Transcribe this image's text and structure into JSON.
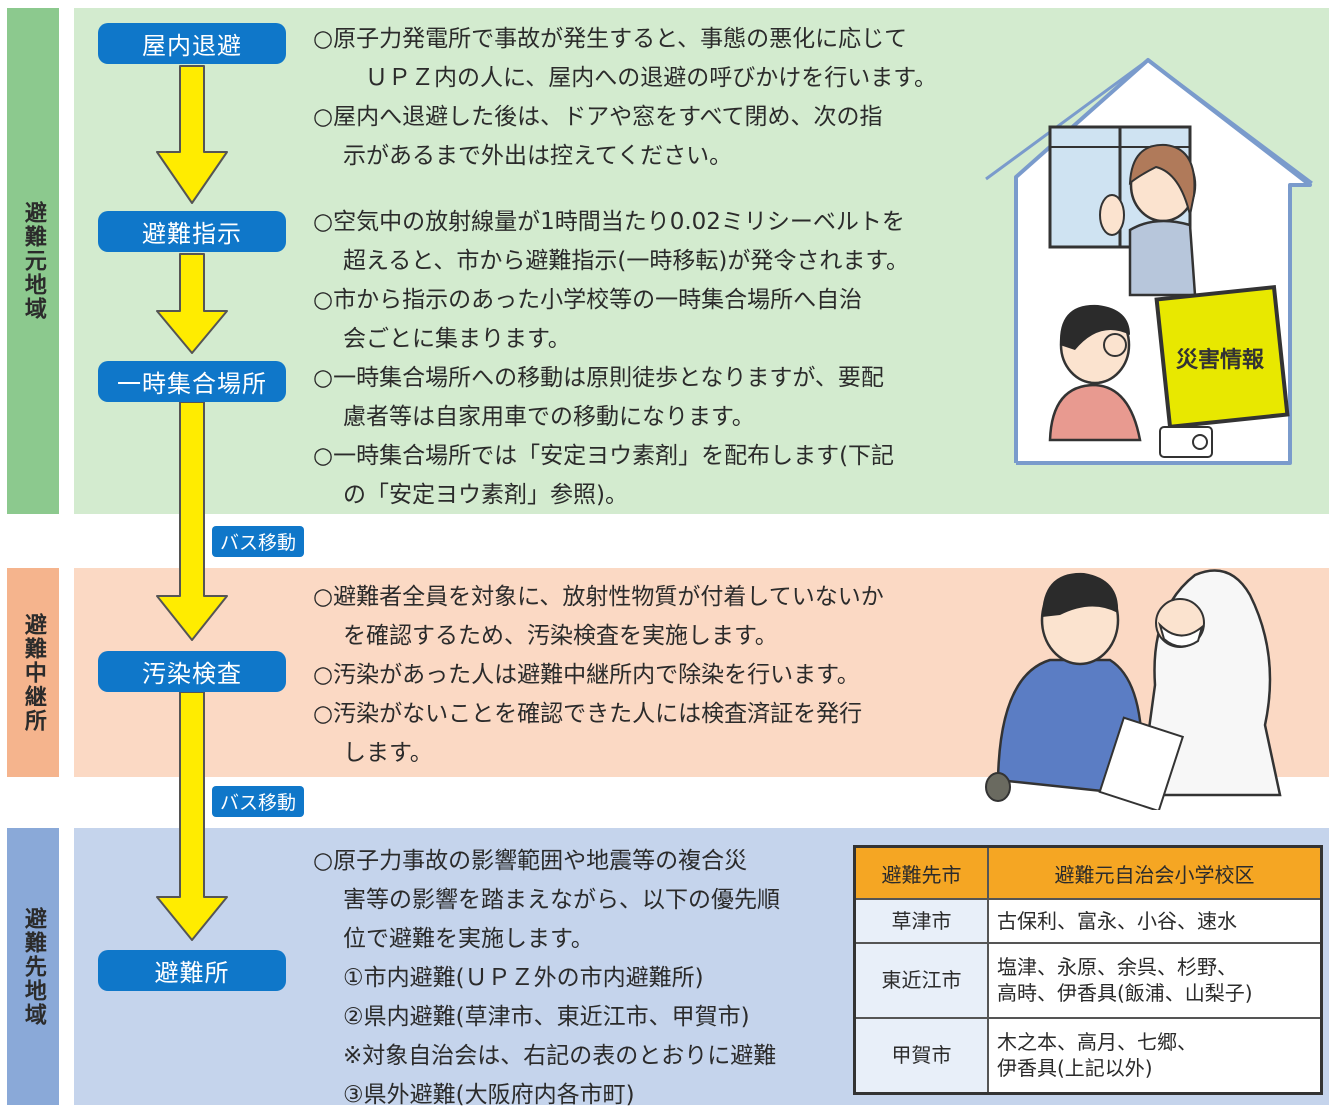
{
  "sections": {
    "source": {
      "label": "避難元地域",
      "color": "#8cc98e",
      "bg": "#d3ebcf"
    },
    "relay": {
      "label": "避難中継所",
      "color": "#f5b48d",
      "bg": "#fbd9c4"
    },
    "dest": {
      "label": "避難先地域",
      "color": "#8aa9d8",
      "bg": "#c5d4ec"
    }
  },
  "steps": [
    "屋内退避",
    "避難指示",
    "一時集合場所",
    "汚染検査",
    "避難所"
  ],
  "bus_move": "バス移動",
  "arrow_color": "#ffec00",
  "text_blocks": {
    "indoor": [
      "○原子力発電所で事故が発生すると、事態の悪化に応じて",
      "ＵＰＺ内の人に、屋内への退避の呼びかけを行います。",
      "○屋内へ退避した後は、ドアや窓をすべて閉め、次の指",
      "示があるまで外出は控えてください。"
    ],
    "evac": [
      "○空気中の放射線量が1時間当たり0.02ミリシーベルトを",
      "超えると、市から避難指示(一時移転)が発令されます。",
      "○市から指示のあった小学校等の一時集合場所へ自治",
      "会ごとに集まります。",
      "○一時集合場所への移動は原則徒歩となりますが、要配",
      "慮者等は自家用車での移動になります。",
      "○一時集合場所では「安定ヨウ素剤」を配布します(下記",
      "の「安定ヨウ素剤」参照)。"
    ],
    "relay": [
      "○避難者全員を対象に、放射性物質が付着していないか",
      "を確認するため、汚染検査を実施します。",
      "○汚染があった人は避難中継所内で除染を行います。",
      "○汚染がないことを確認できた人には検査済証を発行",
      "します。"
    ],
    "shelter": [
      "○原子力事故の影響範囲や地震等の複合災",
      "害等の影響を踏まえながら、以下の優先順",
      "位で避難を実施します。",
      "①市内避難(ＵＰＺ外の市内避難所)",
      "②県内避難(草津市、東近江市、甲賀市)",
      "※対象自治会は、右記の表のとおりに避難",
      "③県外避難(大阪府内各市町)"
    ]
  },
  "tv_text": "災害情報",
  "table": {
    "headers": [
      "避難先市",
      "避難元自治会小学校区"
    ],
    "rows": [
      {
        "city": "草津市",
        "areas": [
          "古保利、富永、小谷、速水"
        ]
      },
      {
        "city": "東近江市",
        "areas": [
          "塩津、永原、余呉、杉野、",
          "高時、伊香具(飯浦、山梨子)"
        ]
      },
      {
        "city": "甲賀市",
        "areas": [
          "木之本、高月、七郷、",
          "伊香具(上記以外)"
        ]
      }
    ]
  }
}
